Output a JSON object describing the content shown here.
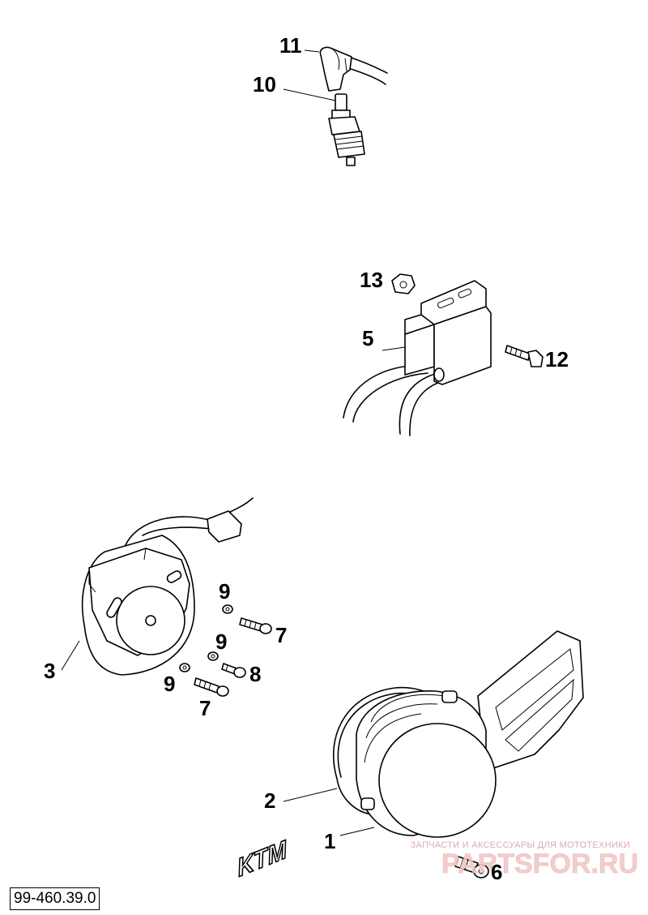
{
  "diagram_code": "99-460.39.0",
  "watermark": {
    "tagline": "ЗАПЧАСТИ И АКСЕССУАРЫ ДЛЯ МОТОТЕХНИКИ",
    "site": "PARTSFOR.RU"
  },
  "cover_logo": "KTM",
  "callouts": {
    "c1": "1",
    "c2": "2",
    "c3": "3",
    "c5": "5",
    "c6": "6",
    "c7a": "7",
    "c7b": "7",
    "c8": "8",
    "c9a": "9",
    "c9b": "9",
    "c9c": "9",
    "c10": "10",
    "c11": "11",
    "c12": "12",
    "c13": "13"
  }
}
